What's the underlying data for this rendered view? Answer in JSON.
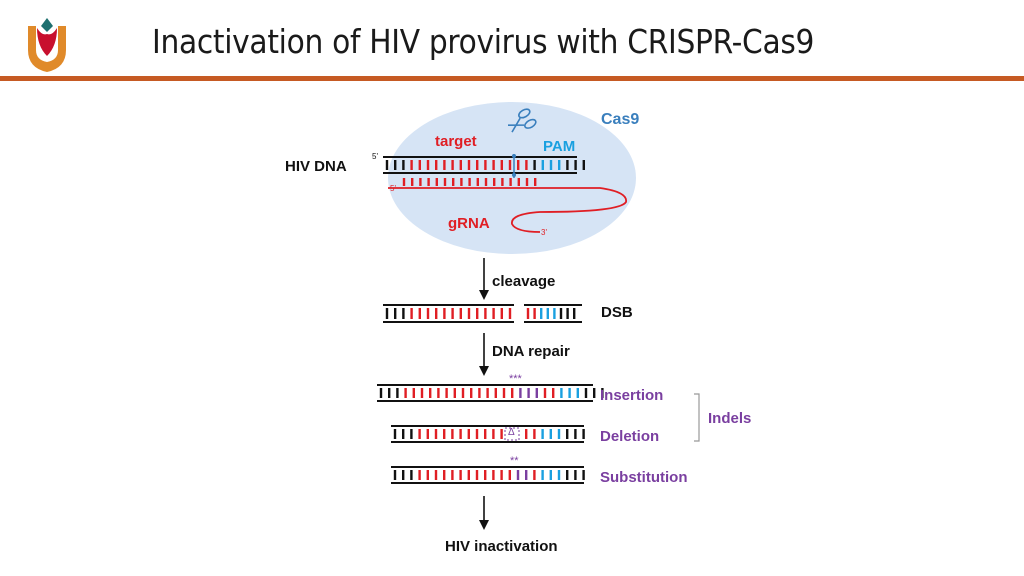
{
  "header": {
    "title": "Inactivation of HIV provirus with CRISPR-Cas9"
  },
  "colors": {
    "accent": "#c65a23",
    "logo_red": "#c8102e",
    "logo_orange": "#e08a2a",
    "logo_teal": "#1e6f6f",
    "target": "#e01e24",
    "pam": "#1aa0e0",
    "cas9": "#3a7fbd",
    "mutation": "#7a3fa0",
    "cas9_bubble": "#d6e4f5"
  },
  "icons": {
    "logo": "university-logo-icon",
    "scissors": "scissors-icon"
  },
  "complex": {
    "cas9_label": "Cas9",
    "target_label": "target",
    "pam_label": "PAM",
    "hiv_dna_label": "HIV DNA",
    "grna_label": "gRNA",
    "five_prime_top": "5'",
    "five_prime_grna": "5'",
    "three_prime_grna": "3'"
  },
  "steps": {
    "cleavage_label": "cleavage",
    "dsb_label": "DSB",
    "repair_label": "DNA repair",
    "insertion_label": "Insertion",
    "deletion_label": "Deletion",
    "substitution_label": "Substitution",
    "indels_label": "Indels",
    "outcome_label": "HIV inactivation",
    "insertion_marks": "***",
    "deletion_mark": "Δ",
    "substitution_marks": "**"
  }
}
